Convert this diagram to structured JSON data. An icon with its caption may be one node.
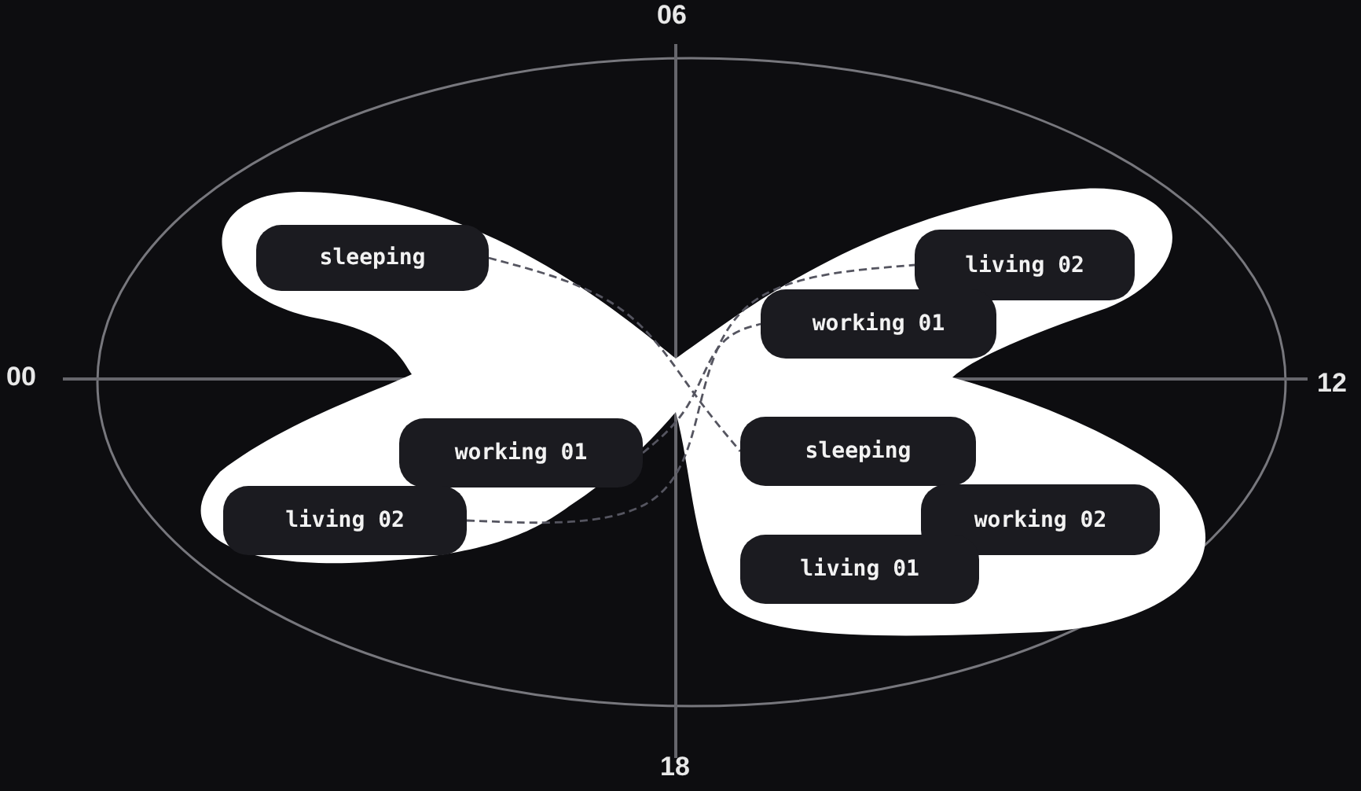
{
  "diagram": {
    "nodes": [
      {
        "text": [
          "sleeping"
        ]
      },
      {
        "text": [
          "living 02"
        ]
      },
      {
        "text": [
          "working 01"
        ]
      },
      {
        "text": [
          "working 01"
        ]
      },
      {
        "text": [
          "sleeping"
        ]
      },
      {
        "text": [
          "working 02"
        ]
      },
      {
        "text": [
          "living 02"
        ]
      },
      {
        "text": [
          "living 01"
        ]
      }
    ],
    "edges": [
      {
        "from": 0,
        "to": 4,
        "arrow": "none",
        "style": "dashed"
      },
      {
        "from": 3,
        "to": 2,
        "arrow": "none",
        "style": "dashed"
      },
      {
        "from": 6,
        "to": 1,
        "arrow": "none",
        "style": "dashed"
      }
    ],
    "labels": [
      "06",
      "00",
      "12",
      "18"
    ]
  }
}
